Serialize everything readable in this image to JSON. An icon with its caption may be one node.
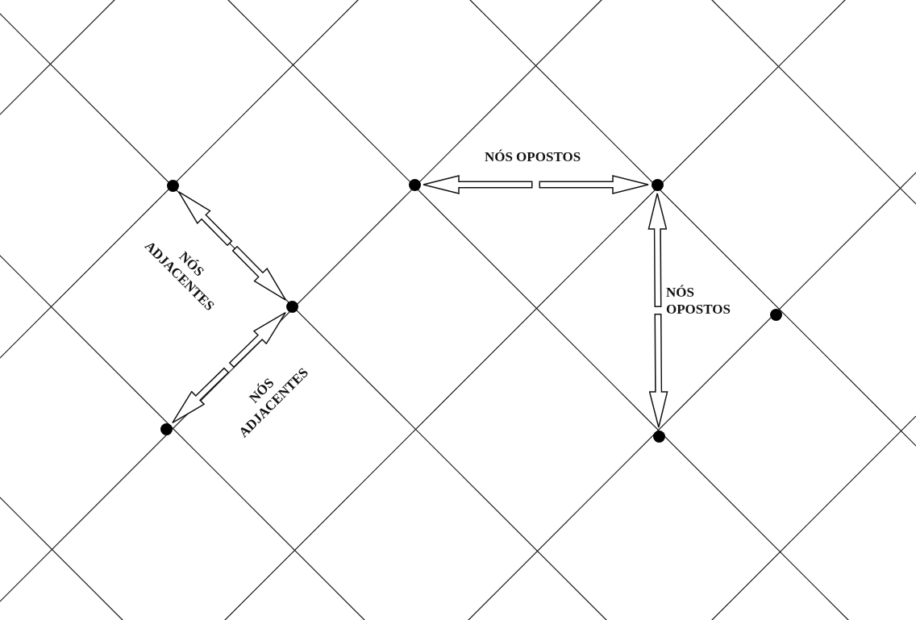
{
  "diagram": {
    "nodes": [
      {
        "text": [],
        "shape": "circle"
      },
      {
        "text": [],
        "shape": "circle"
      },
      {
        "text": [],
        "shape": "circle"
      },
      {
        "text": [],
        "shape": "circle"
      },
      {
        "text": [],
        "shape": "circle"
      },
      {
        "text": [],
        "shape": "circle"
      },
      {
        "text": [],
        "shape": "circle"
      }
    ],
    "edges": [
      {
        "from": 0,
        "to": 1,
        "arrow": "both",
        "label": "NÓS ADJACENTES"
      },
      {
        "from": 1,
        "to": 2,
        "arrow": "both",
        "label": "NÓS ADJACENTES"
      },
      {
        "from": 3,
        "to": 4,
        "arrow": "both",
        "label": "NÓS OPOSTOS"
      },
      {
        "from": 4,
        "to": 6,
        "arrow": "both",
        "label": "NÓS OPOSTOS"
      }
    ]
  }
}
